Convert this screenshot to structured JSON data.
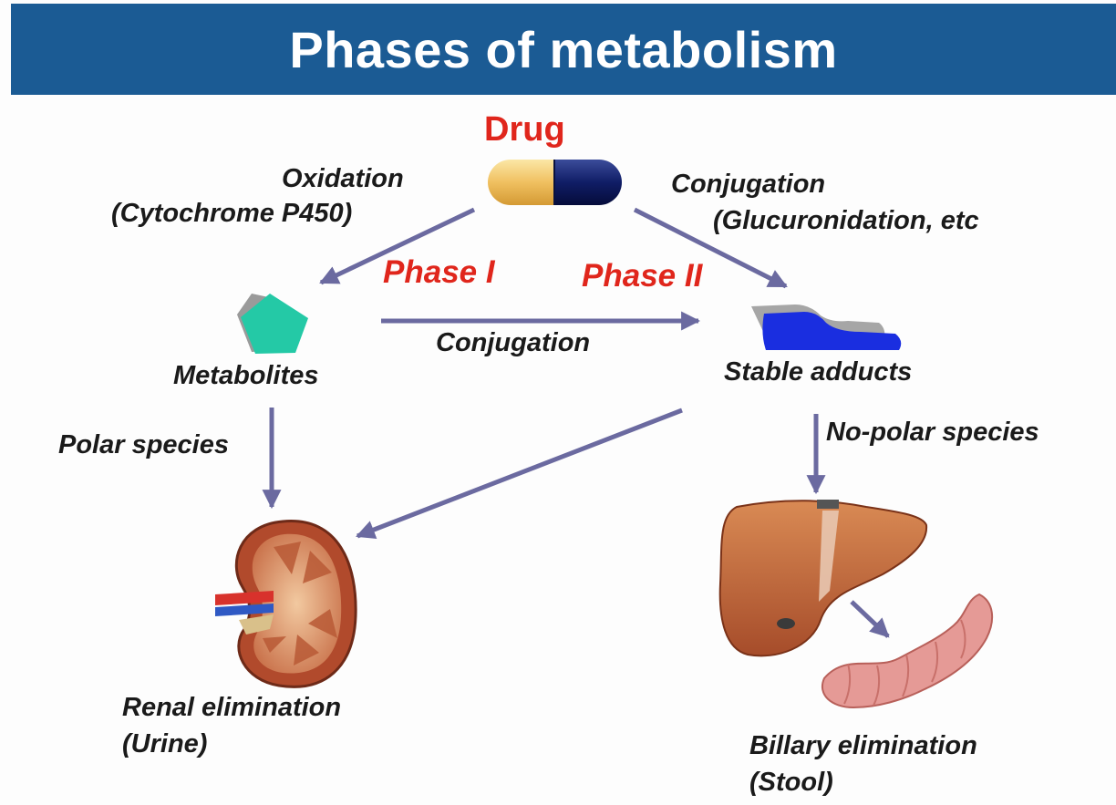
{
  "title": "Phases of metabolism",
  "drug_label": "Drug",
  "phase1": {
    "label": "Phase I",
    "reaction": "Oxidation",
    "enzyme": "(Cytochrome P450)"
  },
  "phase2": {
    "label": "Phase II",
    "reaction": "Conjugation",
    "examples": "(Glucuronidation, etc"
  },
  "middle_arrow_label": "Conjugation",
  "metabolites_label": "Metabolites",
  "adducts_label": "Stable adducts",
  "polar_label": "Polar species",
  "nonpolar_label": "No-polar species",
  "renal": {
    "line1": "Renal elimination",
    "line2": "(Urine)"
  },
  "biliary": {
    "line1": "Billary elimination",
    "line2": "(Stool)"
  },
  "colors": {
    "banner": "#1b5b94",
    "phase_text": "#e0261c",
    "arrow": "#6b6aa0",
    "metabolite": "#24c9a6",
    "adduct": "#1a2ee0"
  }
}
